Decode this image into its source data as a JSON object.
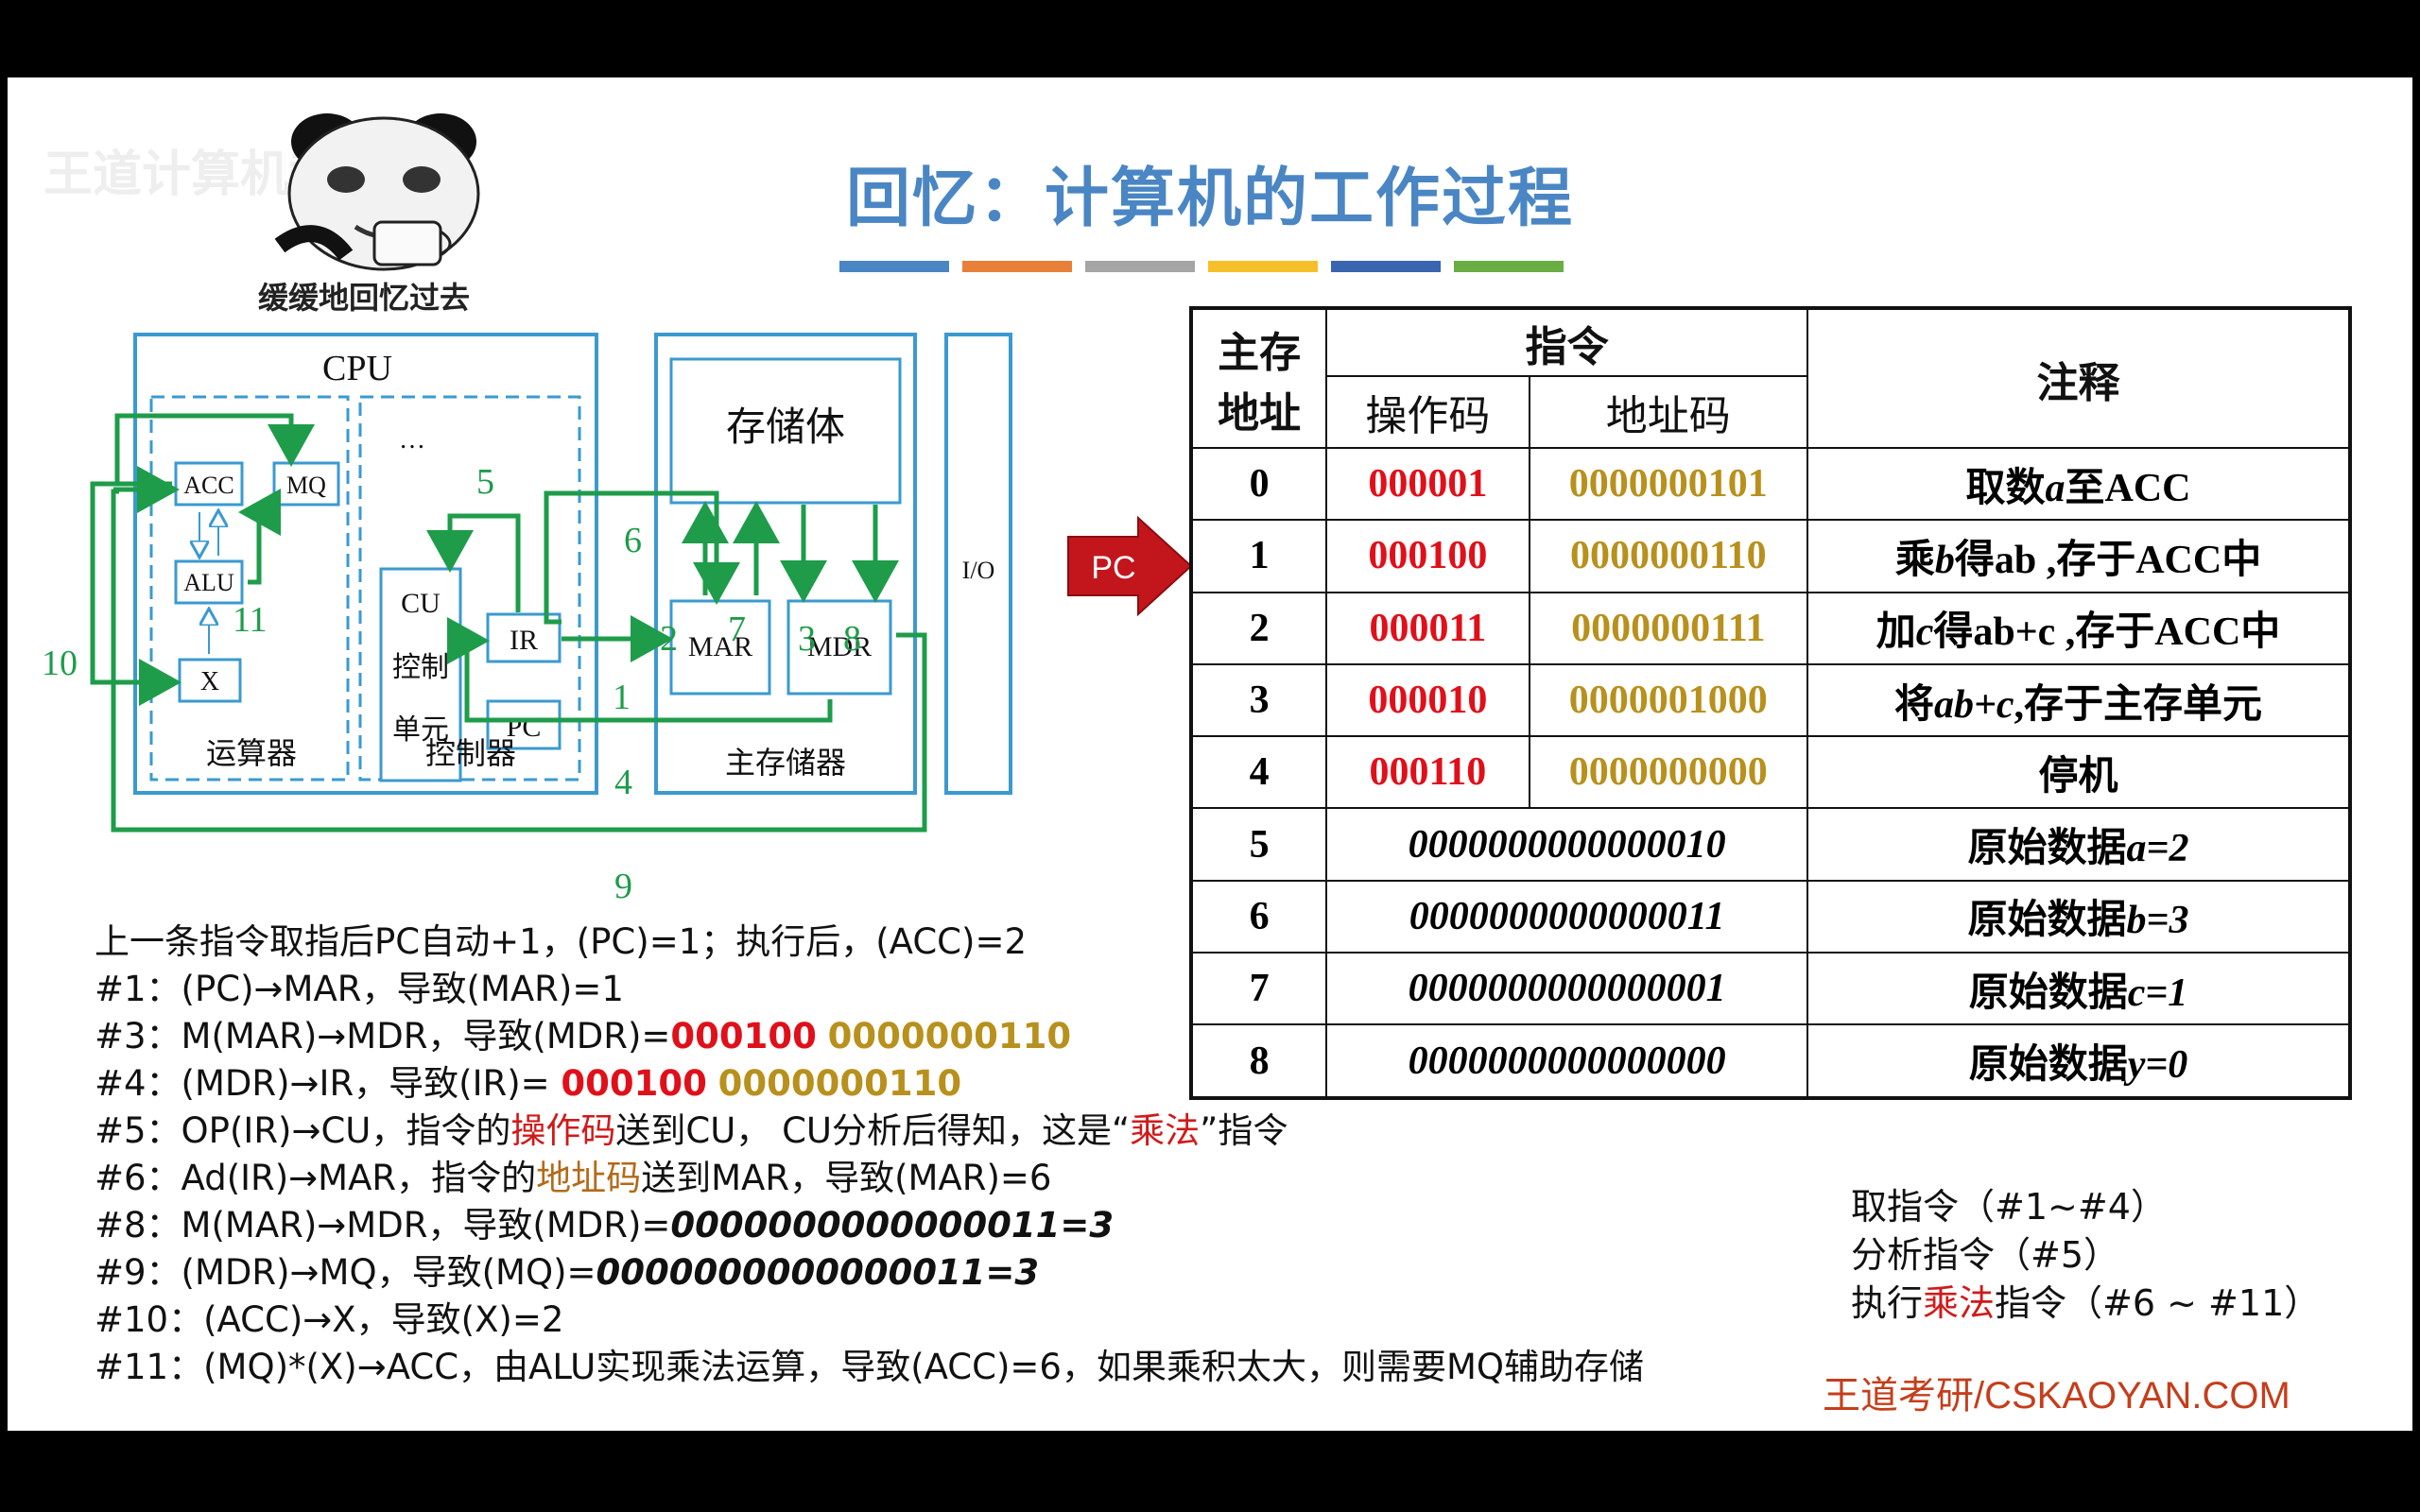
{
  "watermark": "王道计算机教育",
  "meme_caption": "缓缓地回忆过去",
  "title": "回忆：计算机的工作过程",
  "colors": {
    "bars": [
      "#4a86c4",
      "#e8803a",
      "#a5a5a5",
      "#f6bf2a",
      "#3a65b0",
      "#6aad45"
    ],
    "diagram_green": "#1e9c4a",
    "diagram_blue": "#3a9ad0",
    "pc_arrow": "#c3161c"
  },
  "diagram": {
    "cpu": "CPU",
    "acc": "ACC",
    "mq": "MQ",
    "alu": "ALU",
    "x": "X",
    "alu_unit": "运算器",
    "cu": "CU",
    "cu_line1": "控制",
    "cu_line2": "单元",
    "dots": "…",
    "ir": "IR",
    "pc": "PC",
    "ctrl_unit": "控制器",
    "storage": "存储体",
    "mar": "MAR",
    "mdr": "MDR",
    "main_memory": "主存储器",
    "io": "I/O",
    "nums": {
      "n1": "1",
      "n2": "2",
      "n3": "3",
      "n4": "4",
      "n5": "5",
      "n6": "6",
      "n7": "7",
      "n8": "8",
      "n9": "9",
      "n10": "10",
      "n11": "11"
    }
  },
  "pc_pointer": "PC",
  "table": {
    "h_addr": "主存\n地址",
    "h_addr_l1": "主存",
    "h_addr_l2": "地址",
    "h_instr": "指令",
    "h_op": "操作码",
    "h_ad": "地址码",
    "h_note": "注释",
    "rows": [
      {
        "addr": "0",
        "op": "000001",
        "ad": "0000000101",
        "note_pre": "取数",
        "note_var": "a",
        "note_post": "至ACC"
      },
      {
        "addr": "1",
        "op": "000100",
        "ad": "0000000110",
        "note_pre": "乘",
        "note_var": "b",
        "note_post": "得ab ,存于ACC中"
      },
      {
        "addr": "2",
        "op": "000011",
        "ad": "0000000111",
        "note_pre": "加",
        "note_var": "c",
        "note_post": "得ab+c ,存于ACC中"
      },
      {
        "addr": "3",
        "op": "000010",
        "ad": "0000001000",
        "note_pre": "将",
        "note_var": "ab+c",
        "note_post": ",存于主存单元"
      },
      {
        "addr": "4",
        "op": "000110",
        "ad": "0000000000",
        "note_pre": "停机",
        "note_var": "",
        "note_post": ""
      }
    ],
    "data_rows": [
      {
        "addr": "5",
        "value": "0000000000000010",
        "note_pre": "原始数据",
        "note_var": "a=2"
      },
      {
        "addr": "6",
        "value": "0000000000000011",
        "note_pre": "原始数据",
        "note_var": "b=3"
      },
      {
        "addr": "7",
        "value": "0000000000000001",
        "note_pre": "原始数据",
        "note_var": "c=1"
      },
      {
        "addr": "8",
        "value": "0000000000000000",
        "note_pre": "原始数据",
        "note_var": "y=0"
      }
    ]
  },
  "steps": {
    "s0": "上一条指令取指后PC自动+1，(PC)=1；执行后，(ACC)=2",
    "s1": "#1：(PC)→MAR，导致(MAR)=1",
    "s3_a": "#3：M(MAR)→MDR，导致(MDR)=",
    "s3_op": "000100",
    "s3_ad": "0000000110",
    "s4_a": "#4：(MDR)→IR，导致(IR)= ",
    "s4_op": "000100",
    "s4_ad": "0000000110",
    "s5_a": "#5：OP(IR)→CU，指令的",
    "s5_b": "操作码",
    "s5_c": "送到CU， CU分析后得知，这是“",
    "s5_d": "乘法",
    "s5_e": "”指令",
    "s6_a": "#6：Ad(IR)→MAR，指令的",
    "s6_b": "地址码",
    "s6_c": "送到MAR，导致(MAR)=6",
    "s8_a": "#8：M(MAR)→MDR，导致(MDR)=",
    "s8_b": "0000000000000011=3",
    "s9_a": "#9：(MDR)→MQ，导致(MQ)=",
    "s9_b": "0000000000000011=3",
    "s10": "#10：(ACC)→X，导致(X)=2",
    "s11": "#11：(MQ)*(X)→ACC，由ALU实现乘法运算，导致(ACC)=6，如果乘积太大，则需要MQ辅助存储"
  },
  "summary": {
    "l1": "取指令（#1~#4）",
    "l2": "分析指令（#5）",
    "l3_a": "执行",
    "l3_b": "乘法",
    "l3_c": "指令（#6 ~ #11）"
  },
  "brand": "王道考研/CSKAOYAN.COM"
}
